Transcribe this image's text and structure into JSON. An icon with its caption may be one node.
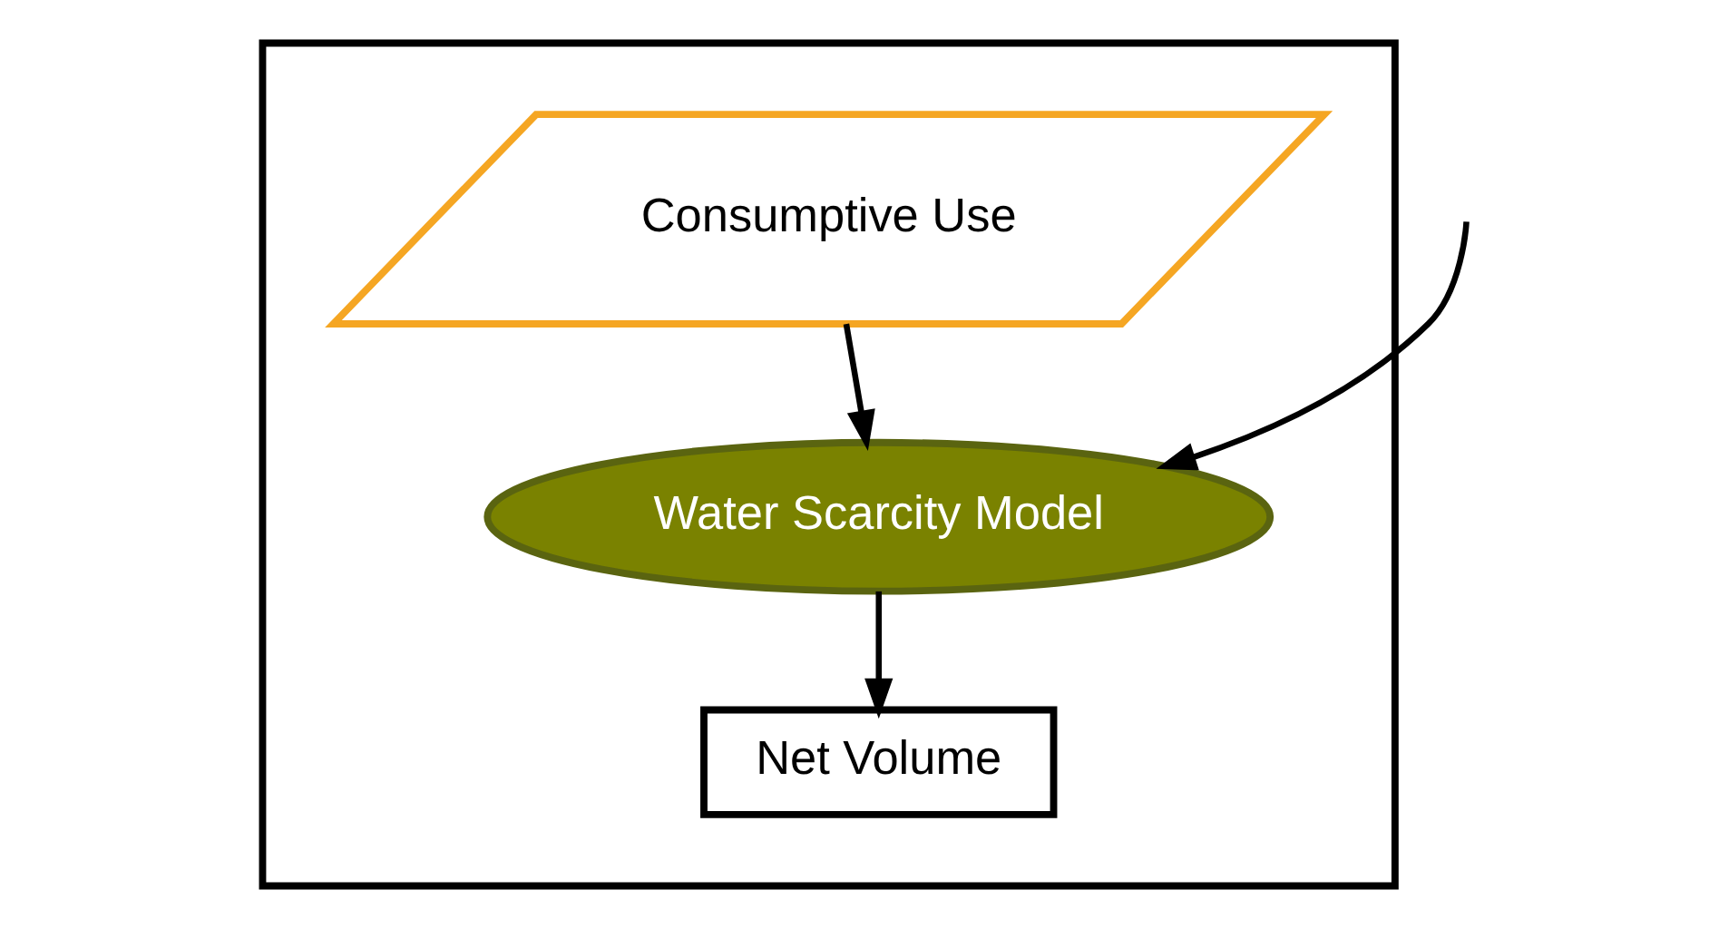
{
  "diagram": {
    "nodes": [
      {
        "text": [],
        "shape": "box"
      },
      {
        "text": [
          "Consumptive Use"
        ],
        "in": 0
      },
      {
        "text": [
          "Net Volume"
        ],
        "in": 0
      },
      {
        "text": [
          "Water Scarcity Model"
        ],
        "in": 0
      }
    ],
    "edges": [
      {
        "from": 1,
        "to": 3,
        "arrow": "to"
      },
      {
        "from": null,
        "to": 3,
        "arrow": "to"
      },
      {
        "from": 3,
        "to": 2,
        "arrow": "to"
      }
    ]
  }
}
